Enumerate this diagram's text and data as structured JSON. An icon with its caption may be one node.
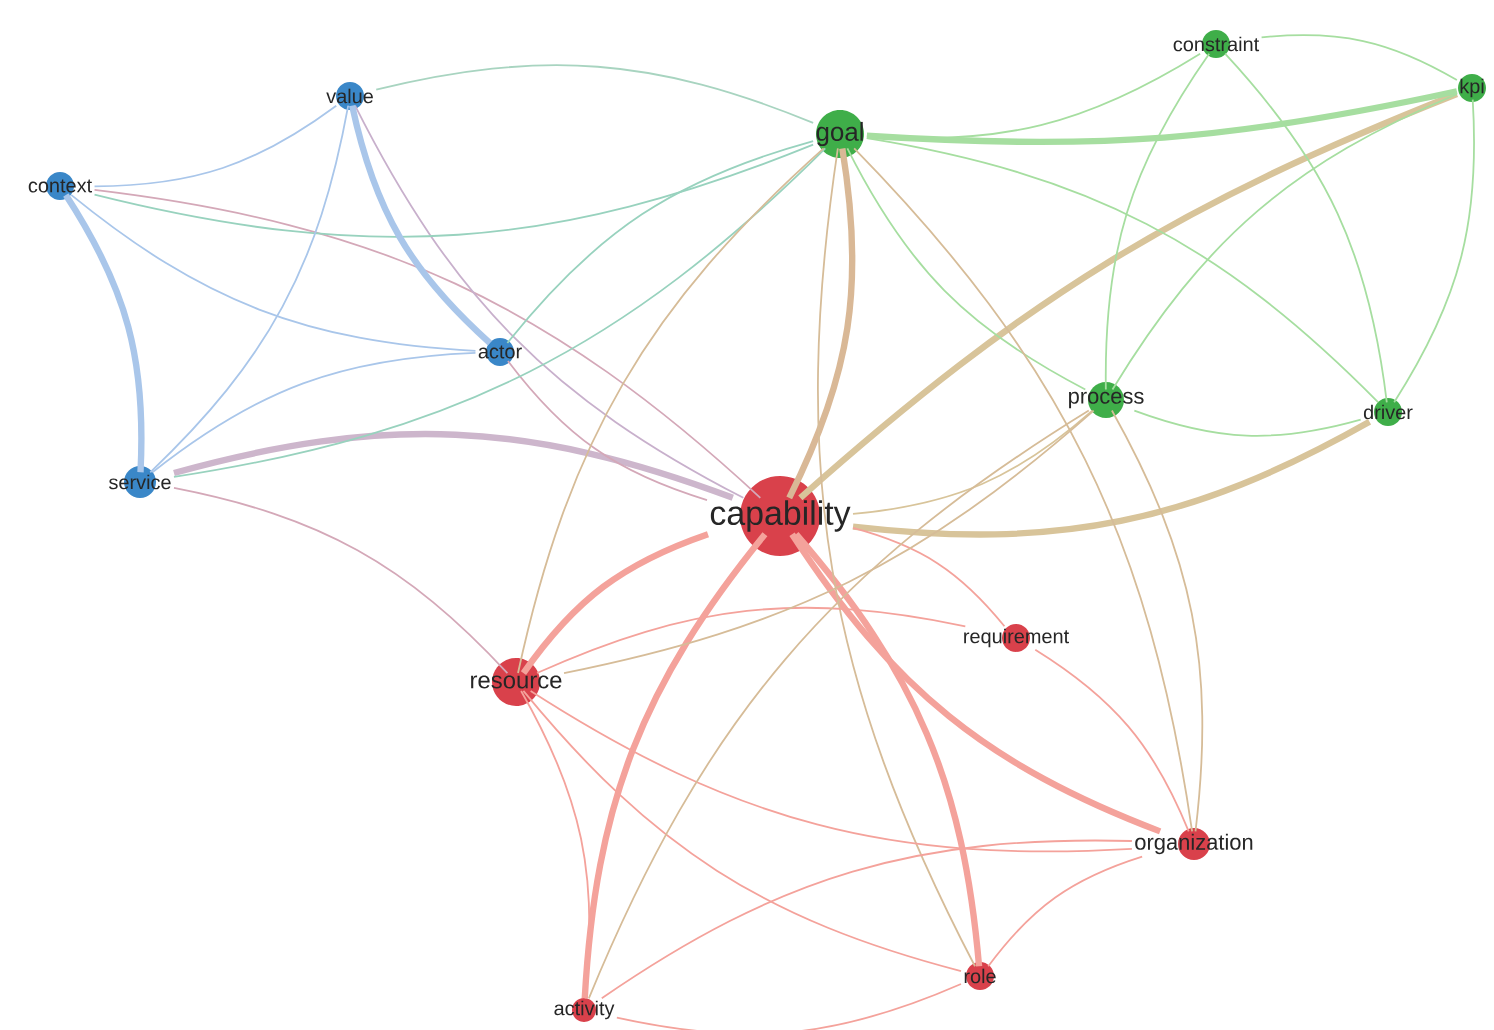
{
  "diagram": {
    "nodes": [
      {
        "text": [
          "constraint"
        ]
      },
      {
        "text": [
          "kpi"
        ]
      },
      {
        "text": [
          "value"
        ]
      },
      {
        "text": [
          "goal"
        ]
      },
      {
        "text": [
          "context"
        ]
      },
      {
        "text": [
          "actor"
        ]
      },
      {
        "text": [
          "process"
        ]
      },
      {
        "text": [
          "driver"
        ]
      },
      {
        "text": [
          "service"
        ]
      },
      {
        "text": [
          "capability"
        ]
      },
      {
        "text": [
          "requirement"
        ]
      },
      {
        "text": [
          "resource"
        ]
      },
      {
        "text": [
          "organization"
        ]
      },
      {
        "text": [
          "role"
        ]
      },
      {
        "text": [
          "activity"
        ]
      }
    ],
    "edges": [
      {
        "from": 3,
        "to": 9,
        "arrow": "none",
        "style": "thick",
        "color": "#d9b896"
      },
      {
        "from": 9,
        "to": 11,
        "arrow": "none",
        "style": "thick",
        "color": "#f4a29b"
      },
      {
        "from": 8,
        "to": 9,
        "arrow": "none",
        "style": "thick",
        "color": "#cdb6cc"
      },
      {
        "from": 9,
        "to": 14,
        "arrow": "none",
        "style": "thick",
        "color": "#f4a29b"
      },
      {
        "from": 9,
        "to": 13,
        "arrow": "none",
        "style": "thick",
        "color": "#f4a29b"
      },
      {
        "from": 9,
        "to": 12,
        "arrow": "none",
        "style": "thick",
        "color": "#f4a29b"
      },
      {
        "from": 9,
        "to": 7,
        "arrow": "none",
        "style": "thick",
        "color": "#d8c49a"
      },
      {
        "from": 9,
        "to": 1,
        "arrow": "none",
        "style": "thick",
        "color": "#d8c49a"
      },
      {
        "from": 9,
        "to": 10,
        "arrow": "none",
        "color": "#f4a29b"
      },
      {
        "from": 9,
        "to": 6,
        "arrow": "none",
        "color": "#d8c49a"
      },
      {
        "from": 9,
        "to": 5,
        "arrow": "none",
        "color": "#d4a8b8"
      },
      {
        "from": 9,
        "to": 4,
        "arrow": "none",
        "color": "#d4a8b8"
      },
      {
        "from": 9,
        "to": 2,
        "arrow": "none",
        "color": "#c8b0cc"
      },
      {
        "from": 3,
        "to": 0,
        "arrow": "none",
        "color": "#a6dea0"
      },
      {
        "from": 3,
        "to": 1,
        "arrow": "none",
        "style": "thick",
        "color": "#a6dea0"
      },
      {
        "from": 3,
        "to": 6,
        "arrow": "none",
        "color": "#a6dea0"
      },
      {
        "from": 3,
        "to": 7,
        "arrow": "none",
        "color": "#a6dea0"
      },
      {
        "from": 3,
        "to": 2,
        "arrow": "none",
        "color": "#a8d4c0"
      },
      {
        "from": 3,
        "to": 4,
        "arrow": "none",
        "color": "#98d2be"
      },
      {
        "from": 3,
        "to": 5,
        "arrow": "none",
        "color": "#98d2be"
      },
      {
        "from": 3,
        "to": 8,
        "arrow": "none",
        "color": "#98d2be"
      },
      {
        "from": 3,
        "to": 11,
        "arrow": "none",
        "color": "#d6bc98"
      },
      {
        "from": 3,
        "to": 12,
        "arrow": "none",
        "color": "#d6bc98"
      },
      {
        "from": 3,
        "to": 13,
        "arrow": "none",
        "color": "#d6bc98"
      },
      {
        "from": 0,
        "to": 1,
        "arrow": "none",
        "color": "#a6dea0"
      },
      {
        "from": 0,
        "to": 6,
        "arrow": "none",
        "color": "#a6dea0"
      },
      {
        "from": 0,
        "to": 7,
        "arrow": "none",
        "color": "#a6dea0"
      },
      {
        "from": 1,
        "to": 6,
        "arrow": "none",
        "color": "#a6dea0"
      },
      {
        "from": 1,
        "to": 7,
        "arrow": "none",
        "color": "#a6dea0"
      },
      {
        "from": 6,
        "to": 7,
        "arrow": "none",
        "color": "#a6dea0"
      },
      {
        "from": 2,
        "to": 4,
        "arrow": "none",
        "color": "#a9c6ea"
      },
      {
        "from": 2,
        "to": 5,
        "arrow": "none",
        "style": "thick",
        "color": "#a9c6ea"
      },
      {
        "from": 2,
        "to": 8,
        "arrow": "none",
        "color": "#a9c6ea"
      },
      {
        "from": 4,
        "to": 5,
        "arrow": "none",
        "color": "#a9c6ea"
      },
      {
        "from": 4,
        "to": 8,
        "arrow": "none",
        "style": "thick",
        "color": "#a9c6ea"
      },
      {
        "from": 5,
        "to": 8,
        "arrow": "none",
        "color": "#a9c6ea"
      },
      {
        "from": 11,
        "to": 10,
        "arrow": "none",
        "color": "#f4a29b"
      },
      {
        "from": 11,
        "to": 12,
        "arrow": "none",
        "color": "#f4a29b"
      },
      {
        "from": 11,
        "to": 14,
        "arrow": "none",
        "color": "#f4a29b"
      },
      {
        "from": 11,
        "to": 13,
        "arrow": "none",
        "color": "#f4a29b"
      },
      {
        "from": 11,
        "to": 6,
        "arrow": "none",
        "color": "#d6bc98"
      },
      {
        "from": 11,
        "to": 8,
        "arrow": "none",
        "color": "#d4a8b8"
      },
      {
        "from": 10,
        "to": 12,
        "arrow": "none",
        "color": "#f4a29b"
      },
      {
        "from": 12,
        "to": 13,
        "arrow": "none",
        "color": "#f4a29b"
      },
      {
        "from": 13,
        "to": 14,
        "arrow": "none",
        "color": "#f4a29b"
      },
      {
        "from": 12,
        "to": 14,
        "arrow": "none",
        "color": "#f4a29b"
      },
      {
        "from": 6,
        "to": 12,
        "arrow": "none",
        "color": "#d6bc98"
      },
      {
        "from": 6,
        "to": 14,
        "arrow": "none",
        "color": "#d6bc98"
      }
    ]
  }
}
